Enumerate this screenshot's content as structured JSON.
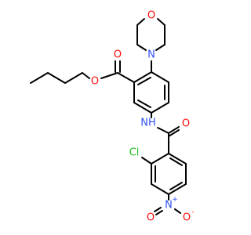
{
  "molecule": {
    "atoms": {
      "o_morpholine": "O",
      "n_morpholine": "N",
      "o_carbonyl_ester": "O",
      "o_ester": "O",
      "nh_amide": "NH",
      "o_carbonyl_amide": "O",
      "cl": "Cl",
      "n_nitro": "N",
      "n_nitro_charge": "+",
      "o_nitro_left": "O",
      "o_nitro_right": "O",
      "o_nitro_right_charge": "-"
    },
    "colors": {
      "carbon_bond": "#000000",
      "oxygen": "#ff0d0d",
      "nitrogen": "#3050f8",
      "chlorine": "#1fbf1f"
    }
  }
}
